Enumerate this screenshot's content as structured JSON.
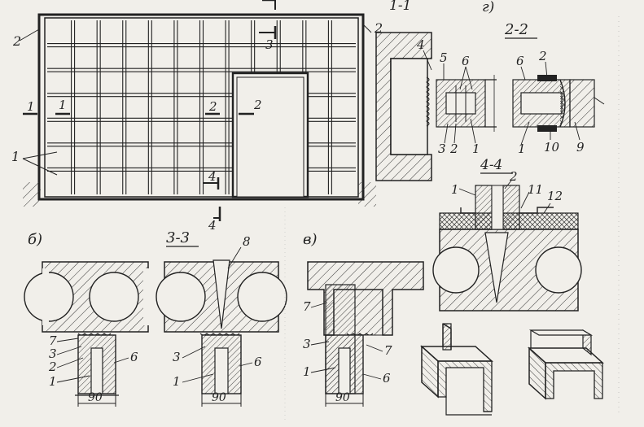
{
  "section_titles": {
    "view_g": "г)",
    "view_b": "б)",
    "view_v": "в)",
    "sec_1_1": "1-1",
    "sec_2_2": "2-2",
    "sec_3_3": "3-3",
    "sec_4_4": "4-4"
  },
  "elevation": {
    "labels": [
      "1",
      "2",
      "2",
      "1",
      "1",
      "2",
      "2",
      "3",
      "4",
      "4"
    ]
  },
  "callouts": {
    "c1_1": [
      "4",
      "5",
      "6",
      "3",
      "2",
      "1"
    ],
    "c2_2": [
      "6",
      "2",
      "1",
      "10",
      "9"
    ],
    "c4_4": [
      "1",
      "2",
      "11",
      "12"
    ],
    "cb": [
      "7",
      "3",
      "2",
      "1",
      "6"
    ],
    "c3_3": [
      "8",
      "3",
      "1",
      "6"
    ],
    "cv": [
      "7",
      "3",
      "7",
      "1",
      "6"
    ]
  },
  "dims": {
    "b": "90",
    "s33": "90",
    "v": "90"
  }
}
